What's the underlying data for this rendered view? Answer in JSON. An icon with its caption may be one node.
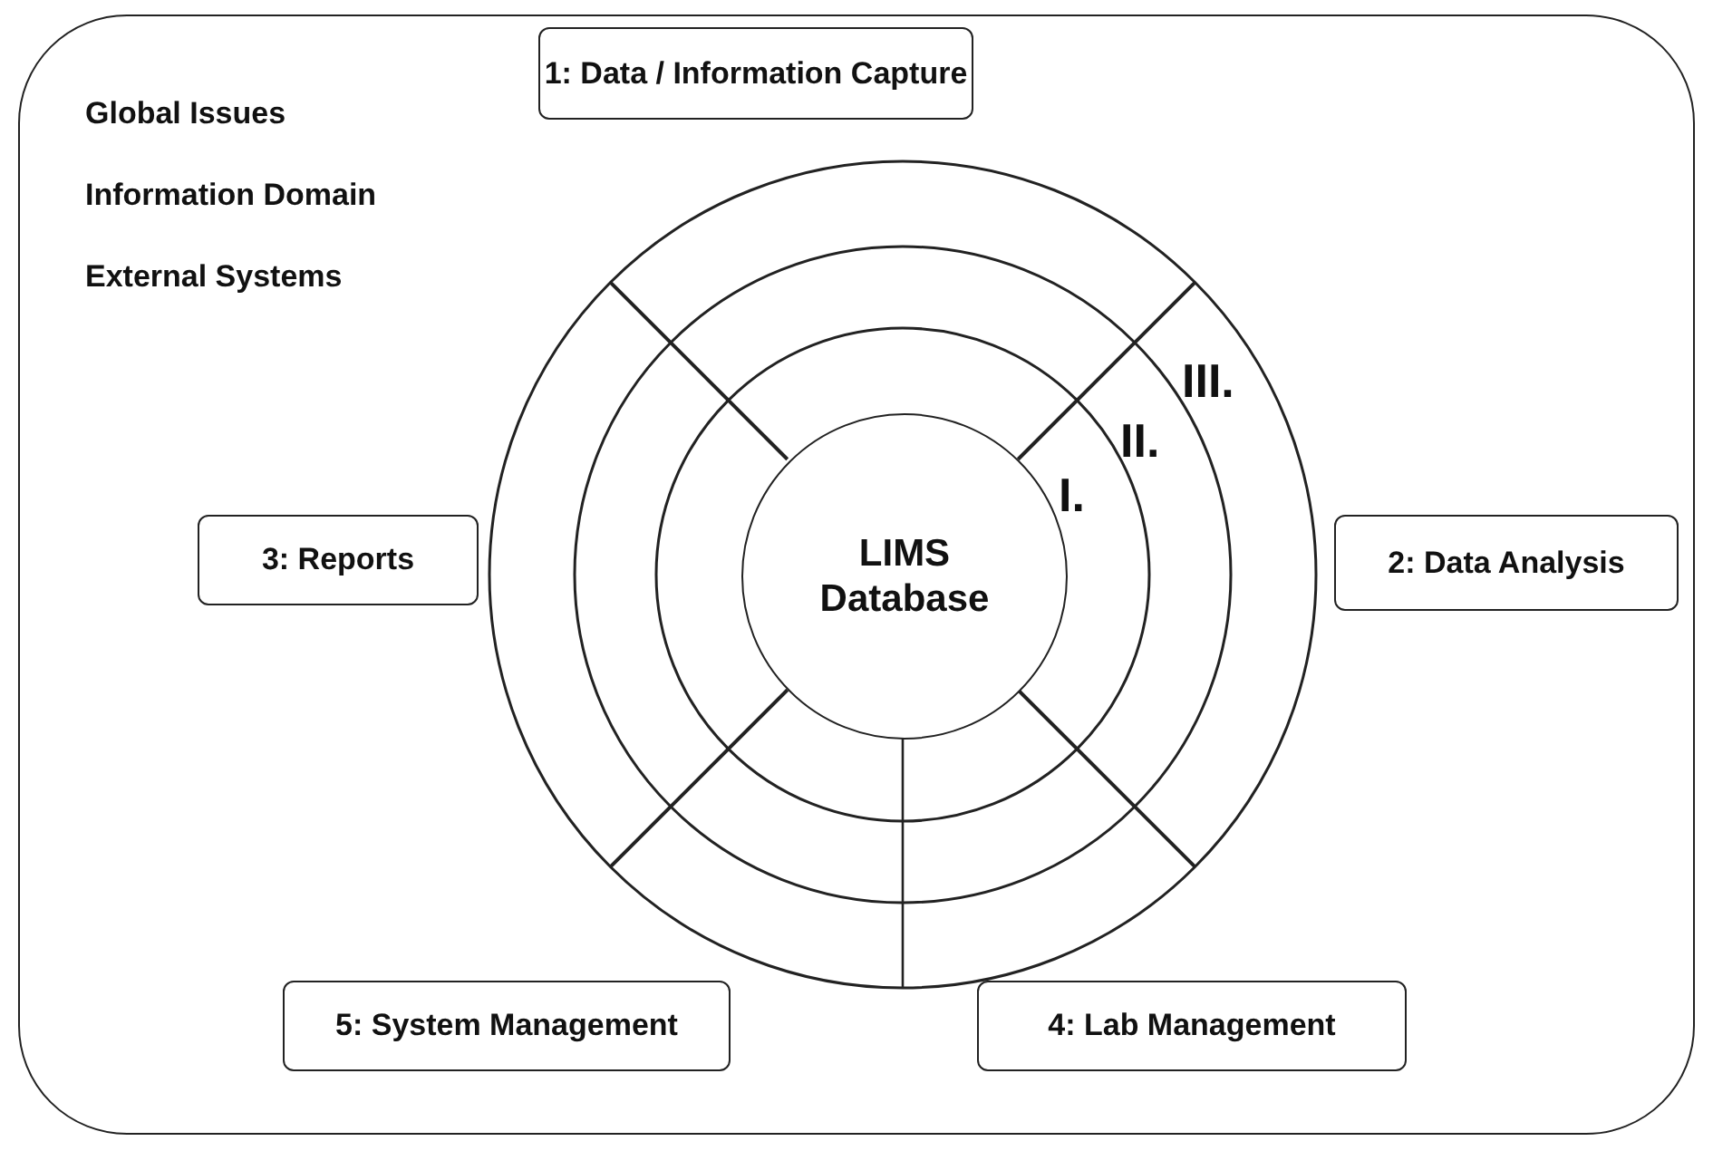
{
  "diagram": {
    "nodes": [
      {
        "text": [
          "Global Issues",
          "Information Domain",
          "External Systems"
        ]
      },
      {
        "text": [
          "1: Data / Information Capture"
        ],
        "in": 0
      },
      {
        "text": [
          "3: Reports"
        ],
        "in": 0
      },
      {
        "text": [
          "LIMS Database"
        ],
        "in": 0
      },
      {
        "text": [
          "2: Data Analysis"
        ],
        "in": 0
      },
      {
        "text": [
          "5: System Management"
        ],
        "in": 0
      },
      {
        "text": [
          "4: Lab Management"
        ],
        "in": 0
      }
    ],
    "labels": [
      "III.",
      "II.",
      "I."
    ]
  }
}
